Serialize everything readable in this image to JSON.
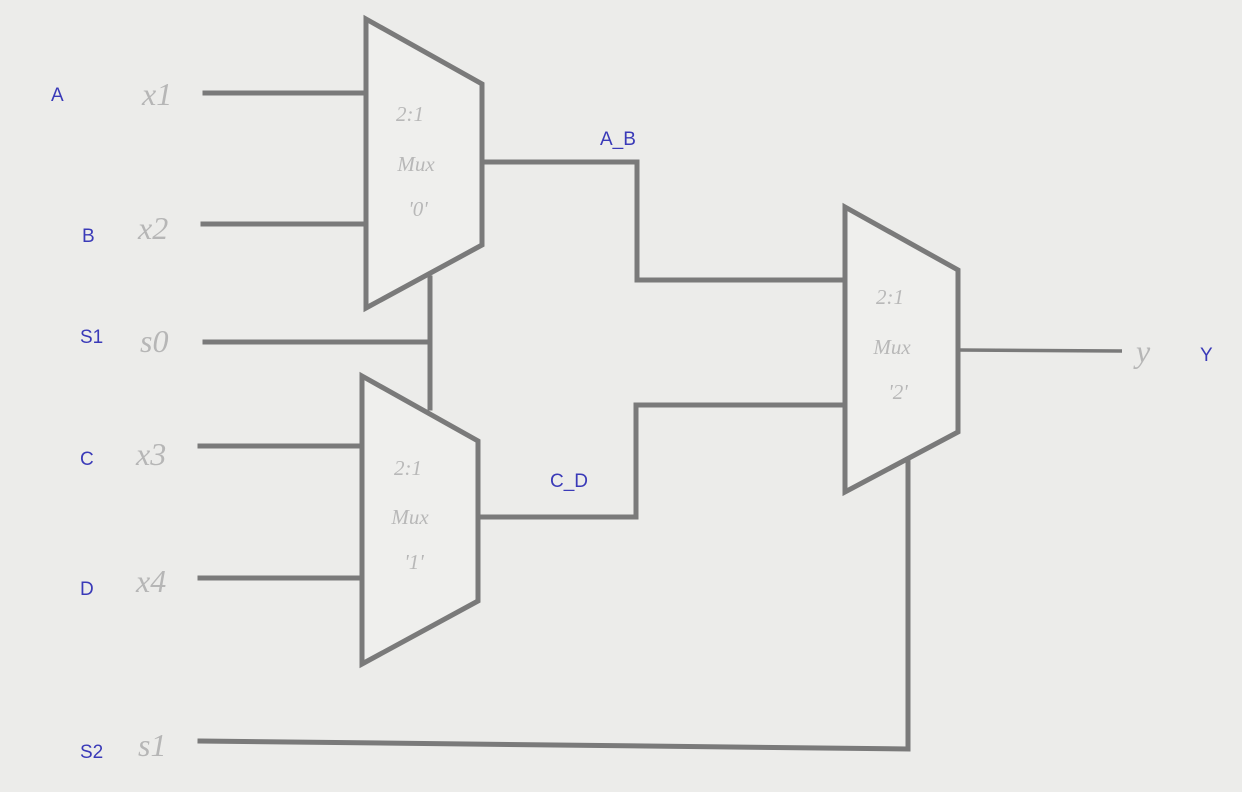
{
  "signals": {
    "in_a": "A",
    "in_b": "B",
    "sel_1": "S1",
    "in_c": "C",
    "in_d": "D",
    "sel_2": "S2",
    "out_y": "Y",
    "net_ab": "A_B",
    "net_cd": "C_D"
  },
  "variables": {
    "x1": "x1",
    "x2": "x2",
    "s0": "s0",
    "x3": "x3",
    "x4": "x4",
    "s1": "s1",
    "y": "y"
  },
  "muxes": [
    {
      "ratio": "2:1",
      "kind": "Mux",
      "id": "'0'"
    },
    {
      "ratio": "2:1",
      "kind": "Mux",
      "id": "'1'"
    },
    {
      "ratio": "2:1",
      "kind": "Mux",
      "id": "'2'"
    }
  ],
  "colors": {
    "wire": "#7a7a7a",
    "signal_label": "#3a3ab8",
    "variable_label": "#b6b6b6",
    "background": "#ececea"
  }
}
